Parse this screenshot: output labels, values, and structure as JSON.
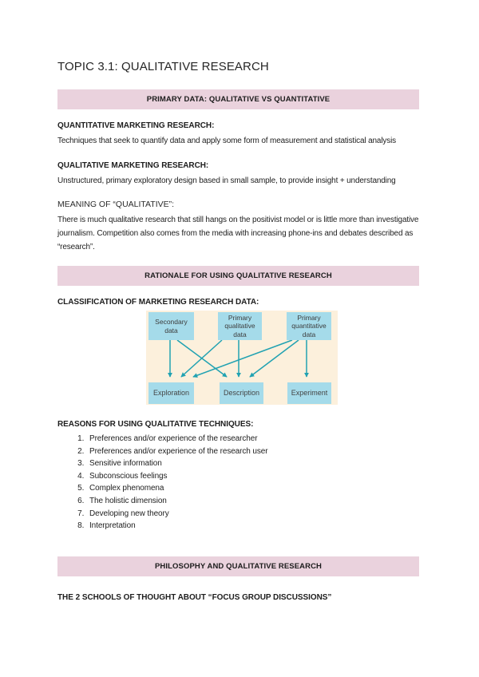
{
  "page": {
    "title": "TOPIC 3.1: QUALITATIVE RESEARCH"
  },
  "banners": {
    "primary_data": "PRIMARY DATA: QUALITATIVE VS QUANTITATIVE",
    "rationale": "RATIONALE FOR USING QUALITATIVE RESEARCH",
    "philosophy": "PHILOSOPHY AND QUALITATIVE RESEARCH"
  },
  "sections": {
    "quantitative": {
      "heading": "QUANTITATIVE MARKETING RESEARCH:",
      "body": "Techniques that seek to quantify data and apply some form of measurement and statistical analysis"
    },
    "qualitative": {
      "heading": "QUALITATIVE MARKETING RESEARCH:",
      "body": "Unstructured, primary exploratory design based in small sample, to provide insight + understanding"
    },
    "meaning": {
      "heading": "MEANING OF “QUALITATIVE”:",
      "body": "There is much qualitative research that still hangs on the positivist model or is little more than investigative journalism. Competition also comes from the media with increasing phone-ins and debates described as “research”."
    },
    "classification_heading": "CLASSIFICATION OF MARKETING RESEARCH DATA:",
    "reasons": {
      "heading": "REASONS FOR USING QUALITATIVE TECHNIQUES:",
      "items": [
        "Preferences and/or experience of the researcher",
        "Preferences and/or experience of the research user",
        "Sensitive information",
        "Subconscious feelings",
        "Complex phenomena",
        "The holistic dimension",
        "Developing new theory",
        "Interpretation"
      ]
    },
    "schools_heading": "THE 2 SCHOOLS OF THOUGHT ABOUT “FOCUS GROUP DISCUSSIONS”"
  },
  "diagram": {
    "top_boxes": [
      [
        "Secondary",
        "data"
      ],
      [
        "Primary",
        "qualitative",
        "data"
      ],
      [
        "Primary",
        "quantitative",
        "data"
      ]
    ],
    "bottom_boxes": [
      "Exploration",
      "Description",
      "Experiment"
    ],
    "colors": {
      "background": "#fcf0dc",
      "box": "#a5dbea",
      "arrow": "#21a2b2"
    }
  },
  "colors": {
    "banner": "#ead2dd",
    "page_background": "#ffffff",
    "text": "#1f1f1f"
  }
}
